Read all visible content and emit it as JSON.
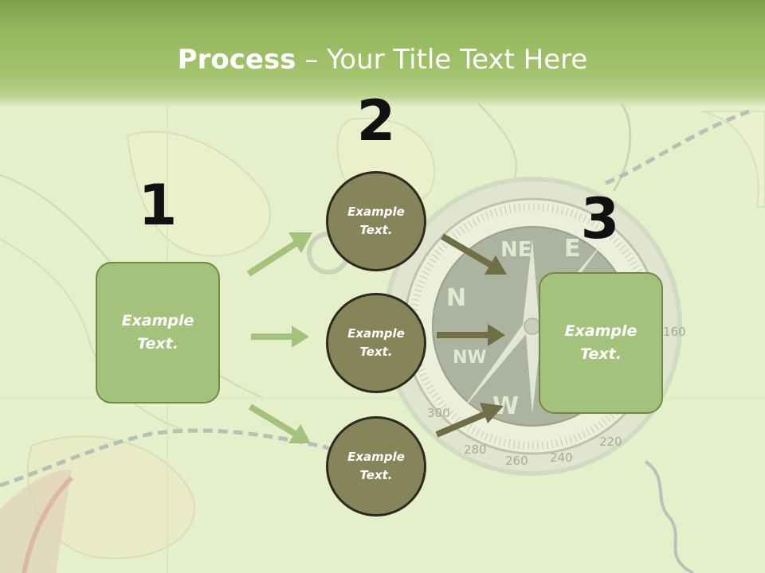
{
  "slide": {
    "title_bold": "Process",
    "title_rest": " – Your Title Text Here",
    "steps": [
      "1",
      "2",
      "3"
    ],
    "left_box": "Example\nText.",
    "right_box": "Example\nText.",
    "circles": [
      "Example\nText.",
      "Example\nText.",
      "Example\nText."
    ],
    "colors": {
      "header": "#94b85d",
      "box_fill": "#a3c27c",
      "circle_fill": "#86855a",
      "left_arrow": "#a3c27c",
      "right_arrow": "#6f6e45"
    }
  },
  "compass": {
    "cardinals": [
      "N",
      "NE",
      "E",
      "W",
      "NW"
    ],
    "degree_labels": [
      "160",
      "220",
      "240",
      "260",
      "280",
      "300"
    ]
  }
}
